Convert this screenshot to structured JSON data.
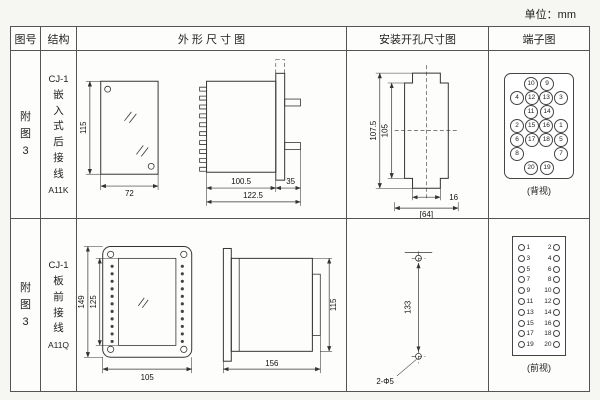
{
  "page": {
    "unit_label": "单位：mm"
  },
  "table": {
    "headers": {
      "fig_no": "图号",
      "structure": "结构",
      "outline": "外 形 尺 寸 图",
      "mounting": "安装开孔尺寸图",
      "terminal": "端子图"
    }
  },
  "row1": {
    "fig_no": "附图3",
    "structure": {
      "model": "CJ-1",
      "desc": "嵌入式后接线",
      "code": "A11K"
    },
    "outline": {
      "front_height": "115",
      "front_width": "72",
      "side_w1": "100.5",
      "side_w3": "35",
      "side_w2": "122.5"
    },
    "mounting": {
      "h1": "107.5",
      "h2": "105",
      "w1": "16",
      "w2": "[64]"
    },
    "terminal": {
      "caption": "(背视)",
      "grid": [
        [
          "",
          10,
          9,
          ""
        ],
        [
          4,
          12,
          13,
          3
        ],
        [
          "",
          11,
          14,
          ""
        ],
        [
          2,
          15,
          16,
          1
        ],
        [
          6,
          17,
          18,
          5
        ],
        [
          8,
          "",
          "",
          7
        ],
        [
          "",
          20,
          19,
          ""
        ]
      ]
    }
  },
  "row2": {
    "fig_no": "附图3",
    "structure": {
      "model": "CJ-1",
      "desc": "板前接线",
      "code": "A11Q"
    },
    "outline": {
      "front_h1": "149",
      "front_h2": "125",
      "front_w": "105",
      "side_w": "156",
      "side_h": "115"
    },
    "mounting": {
      "h": "133",
      "hole_label": "2-Φ5"
    },
    "terminal": {
      "caption": "(前视)",
      "pairs": [
        [
          1,
          2
        ],
        [
          3,
          4
        ],
        [
          5,
          6
        ],
        [
          7,
          8
        ],
        [
          9,
          10
        ],
        [
          11,
          12
        ],
        [
          13,
          14
        ],
        [
          15,
          16
        ],
        [
          17,
          18
        ],
        [
          19,
          20
        ]
      ]
    }
  }
}
